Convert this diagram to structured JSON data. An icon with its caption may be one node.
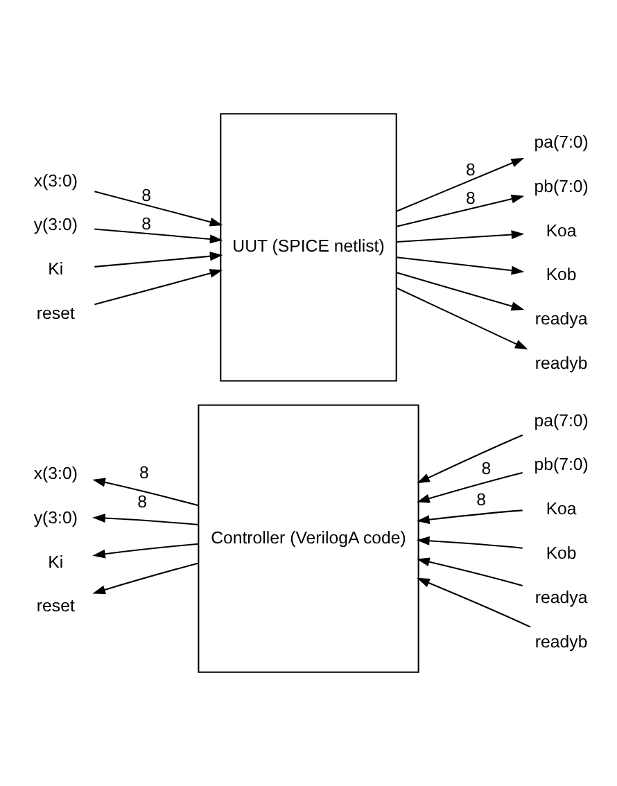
{
  "diagram": {
    "nodes": [
      {
        "text": [
          "UUT (SPICE netlist)"
        ]
      },
      {
        "text": [
          "x(3:0)"
        ]
      },
      {
        "text": [
          "y(3:0)"
        ]
      },
      {
        "text": [
          "Ki"
        ]
      },
      {
        "text": [
          "reset"
        ]
      },
      {
        "text": [
          "pa(7:0)"
        ]
      },
      {
        "text": [
          "pb(7:0)"
        ]
      },
      {
        "text": [
          "Koa"
        ]
      },
      {
        "text": [
          "Kob"
        ]
      },
      {
        "text": [
          "readya"
        ]
      },
      {
        "text": [
          "readyb"
        ]
      },
      {
        "text": [
          "Controller (VerilogA code)"
        ]
      },
      {
        "text": [
          "x(3:0)"
        ]
      },
      {
        "text": [
          "y(3:0)"
        ]
      },
      {
        "text": [
          "Ki"
        ]
      },
      {
        "text": [
          "reset"
        ]
      },
      {
        "text": [
          "pa(7:0)"
        ]
      },
      {
        "text": [
          "pb(7:0)"
        ]
      },
      {
        "text": [
          "Koa"
        ]
      },
      {
        "text": [
          "Kob"
        ]
      },
      {
        "text": [
          "readya"
        ]
      },
      {
        "text": [
          "readyb"
        ]
      }
    ],
    "edges": [
      {
        "from": 1,
        "to": 0,
        "arrow": "to",
        "label": "8"
      },
      {
        "from": 2,
        "to": 0,
        "arrow": "to",
        "label": "8"
      },
      {
        "from": 3,
        "to": 0,
        "arrow": "to"
      },
      {
        "from": 4,
        "to": 0,
        "arrow": "to"
      },
      {
        "from": 0,
        "to": 5,
        "arrow": "to",
        "label": "8"
      },
      {
        "from": 0,
        "to": 6,
        "arrow": "to",
        "label": "8"
      },
      {
        "from": 0,
        "to": 7,
        "arrow": "to"
      },
      {
        "from": 0,
        "to": 8,
        "arrow": "to"
      },
      {
        "from": 0,
        "to": 9,
        "arrow": "to"
      },
      {
        "from": 0,
        "to": 10,
        "arrow": "to"
      },
      {
        "from": 11,
        "to": 12,
        "arrow": "to",
        "label": "8"
      },
      {
        "from": 11,
        "to": 13,
        "arrow": "to",
        "label": "8"
      },
      {
        "from": 11,
        "to": 14,
        "arrow": "to"
      },
      {
        "from": 11,
        "to": 15,
        "arrow": "to"
      },
      {
        "from": 16,
        "to": 11,
        "arrow": "to",
        "label": "8"
      },
      {
        "from": 17,
        "to": 11,
        "arrow": "to",
        "label": "8"
      },
      {
        "from": 18,
        "to": 11,
        "arrow": "to"
      },
      {
        "from": 19,
        "to": 11,
        "arrow": "to"
      },
      {
        "from": 20,
        "to": 11,
        "arrow": "to"
      },
      {
        "from": 21,
        "to": 11,
        "arrow": "to"
      }
    ]
  }
}
